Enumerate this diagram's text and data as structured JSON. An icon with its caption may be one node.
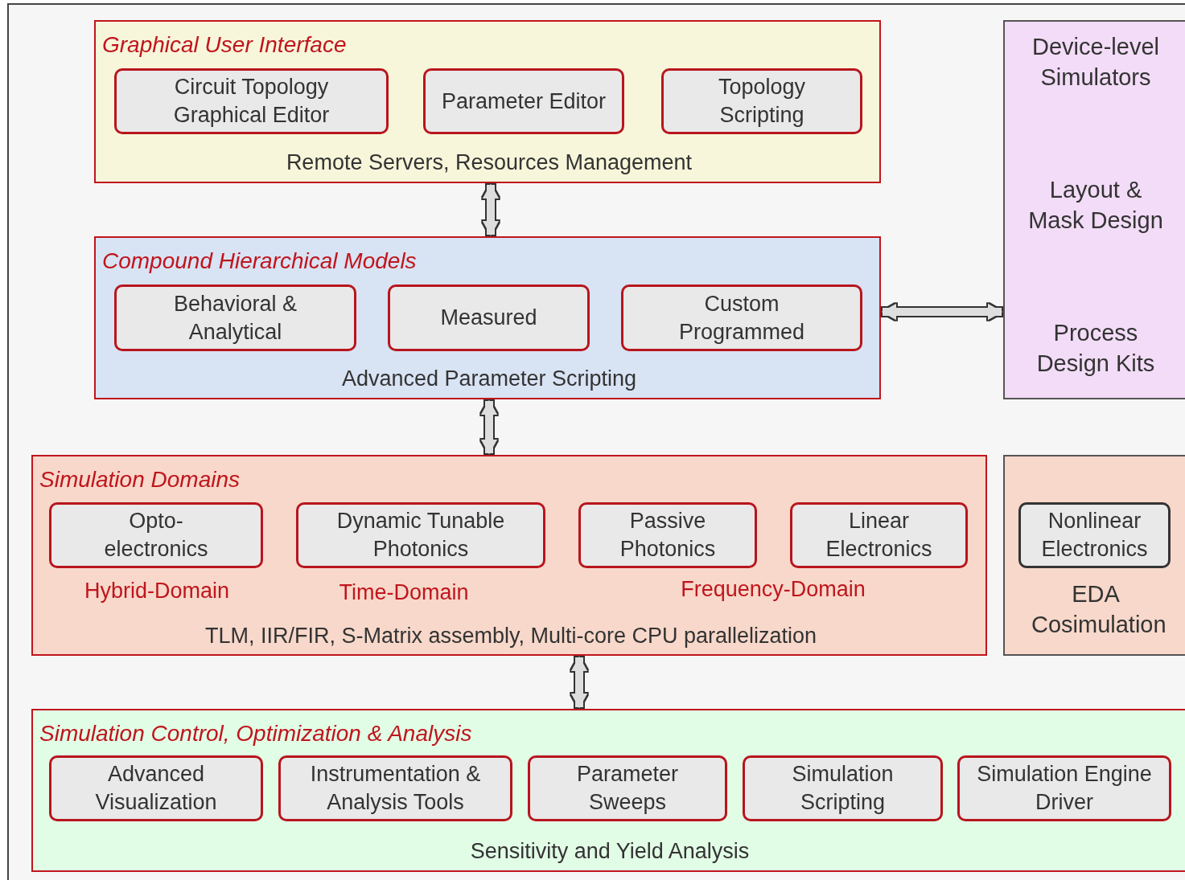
{
  "diagram": {
    "nodes": [
      {
        "text": [
          "Graphical User Interface",
          "Remote Servers, Resources Management"
        ]
      },
      {
        "text": [
          "Circuit Topology Graphical Editor"
        ],
        "in": 0
      },
      {
        "text": [
          "Parameter Editor"
        ],
        "in": 0
      },
      {
        "text": [
          "Topology Scripting"
        ],
        "in": 0
      },
      {
        "text": [
          "Device-level Simulators",
          "Layout & Mask Design",
          "Process Design Kits"
        ]
      },
      {
        "text": [
          "Compound Hierarchical Models",
          "Advanced Parameter Scripting"
        ]
      },
      {
        "text": [
          "Behavioral & Analytical"
        ],
        "in": 5
      },
      {
        "text": [
          "Measured"
        ],
        "in": 5
      },
      {
        "text": [
          "Custom Programmed"
        ],
        "in": 5
      },
      {
        "text": [
          "Simulation Domains",
          "Hybrid-Domain",
          "Time-Domain",
          "Frequency-Domain",
          "TLM, IIR/FIR, S-Matrix assembly, Multi-core CPU parallelization"
        ]
      },
      {
        "text": [
          "Opto- electronics"
        ],
        "in": 9
      },
      {
        "text": [
          "Dynamic Tunable Photonics"
        ],
        "in": 9
      },
      {
        "text": [
          "Passive Photonics"
        ],
        "in": 9
      },
      {
        "text": [
          "Linear Electronics"
        ],
        "in": 9
      },
      {
        "text": [
          "EDA Cosimulation"
        ]
      },
      {
        "text": [
          "Nonlinear Electronics"
        ],
        "in": 14
      },
      {
        "text": [
          "Simulation Control, Optimization & Analysis",
          "Sensitivity and Yield Analysis"
        ]
      },
      {
        "text": [
          "Advanced Visualization"
        ],
        "in": 16
      },
      {
        "text": [
          "Instrumentation & Analysis Tools"
        ],
        "in": 16
      },
      {
        "text": [
          "Parameter Sweeps"
        ],
        "in": 16
      },
      {
        "text": [
          "Simulation Scripting"
        ],
        "in": 16
      },
      {
        "text": [
          "Simulation Engine Driver"
        ],
        "in": 16
      }
    ],
    "edges": [
      {
        "from": 0,
        "to": 5,
        "arrow": "both"
      },
      {
        "from": 5,
        "to": 4,
        "arrow": "both"
      },
      {
        "from": 5,
        "to": 9,
        "arrow": "both"
      },
      {
        "from": 9,
        "to": 16,
        "arrow": "both"
      }
    ]
  }
}
